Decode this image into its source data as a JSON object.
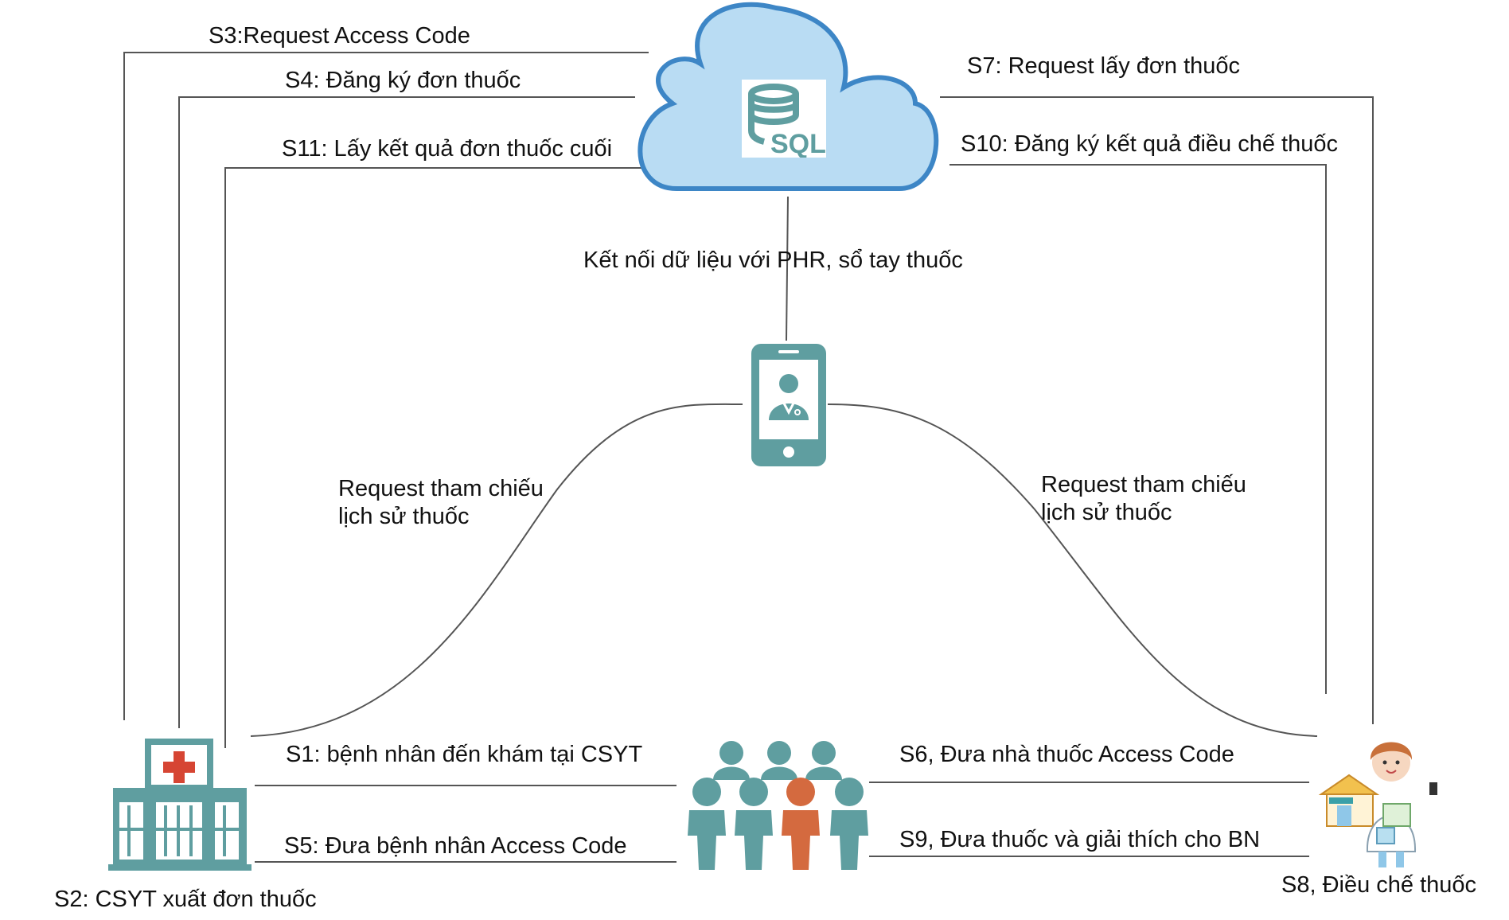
{
  "colors": {
    "line": "#555555",
    "cloud_fill": "#b9dcf3",
    "cloud_stroke": "#3d86c6",
    "teal": "#5f9ea0",
    "accent": "#d46a3f",
    "hospital_cross": "#d64533"
  },
  "icons": {
    "cloud": "cloud-icon",
    "database": "sql-database-icon",
    "phone": "mobile-phone-doctor-icon",
    "patients": "patient-group-icon",
    "hospital": "hospital-building-icon",
    "pharmacy": "pharmacist-icon"
  },
  "database": {
    "label": "SQL"
  },
  "labels": {
    "s3": "S3:Request Access Code",
    "s4": "S4: Đăng ký đơn thuốc",
    "s11": "S11: Lấy kết quả đơn thuốc cuối",
    "s7": "S7: Request lấy đơn thuốc",
    "s10": "S10: Đăng ký kết quả điều chế thuốc",
    "phr": "Kết nối dữ liệu với PHR, sổ tay thuốc",
    "req_left_1": "Request tham chiếu",
    "req_left_2": "lịch sử thuốc",
    "req_right_1": "Request tham chiếu",
    "req_right_2": "lịch sử thuốc",
    "s1": "S1: bệnh nhân đến khám tại CSYT",
    "s5": "S5: Đưa bệnh nhân Access Code",
    "s6": "S6, Đưa nhà thuốc Access Code",
    "s9": "S9, Đưa thuốc và giải thích cho BN",
    "s2": "S2: CSYT xuất đơn thuốc",
    "s8": "S8, Điều chế thuốc"
  }
}
